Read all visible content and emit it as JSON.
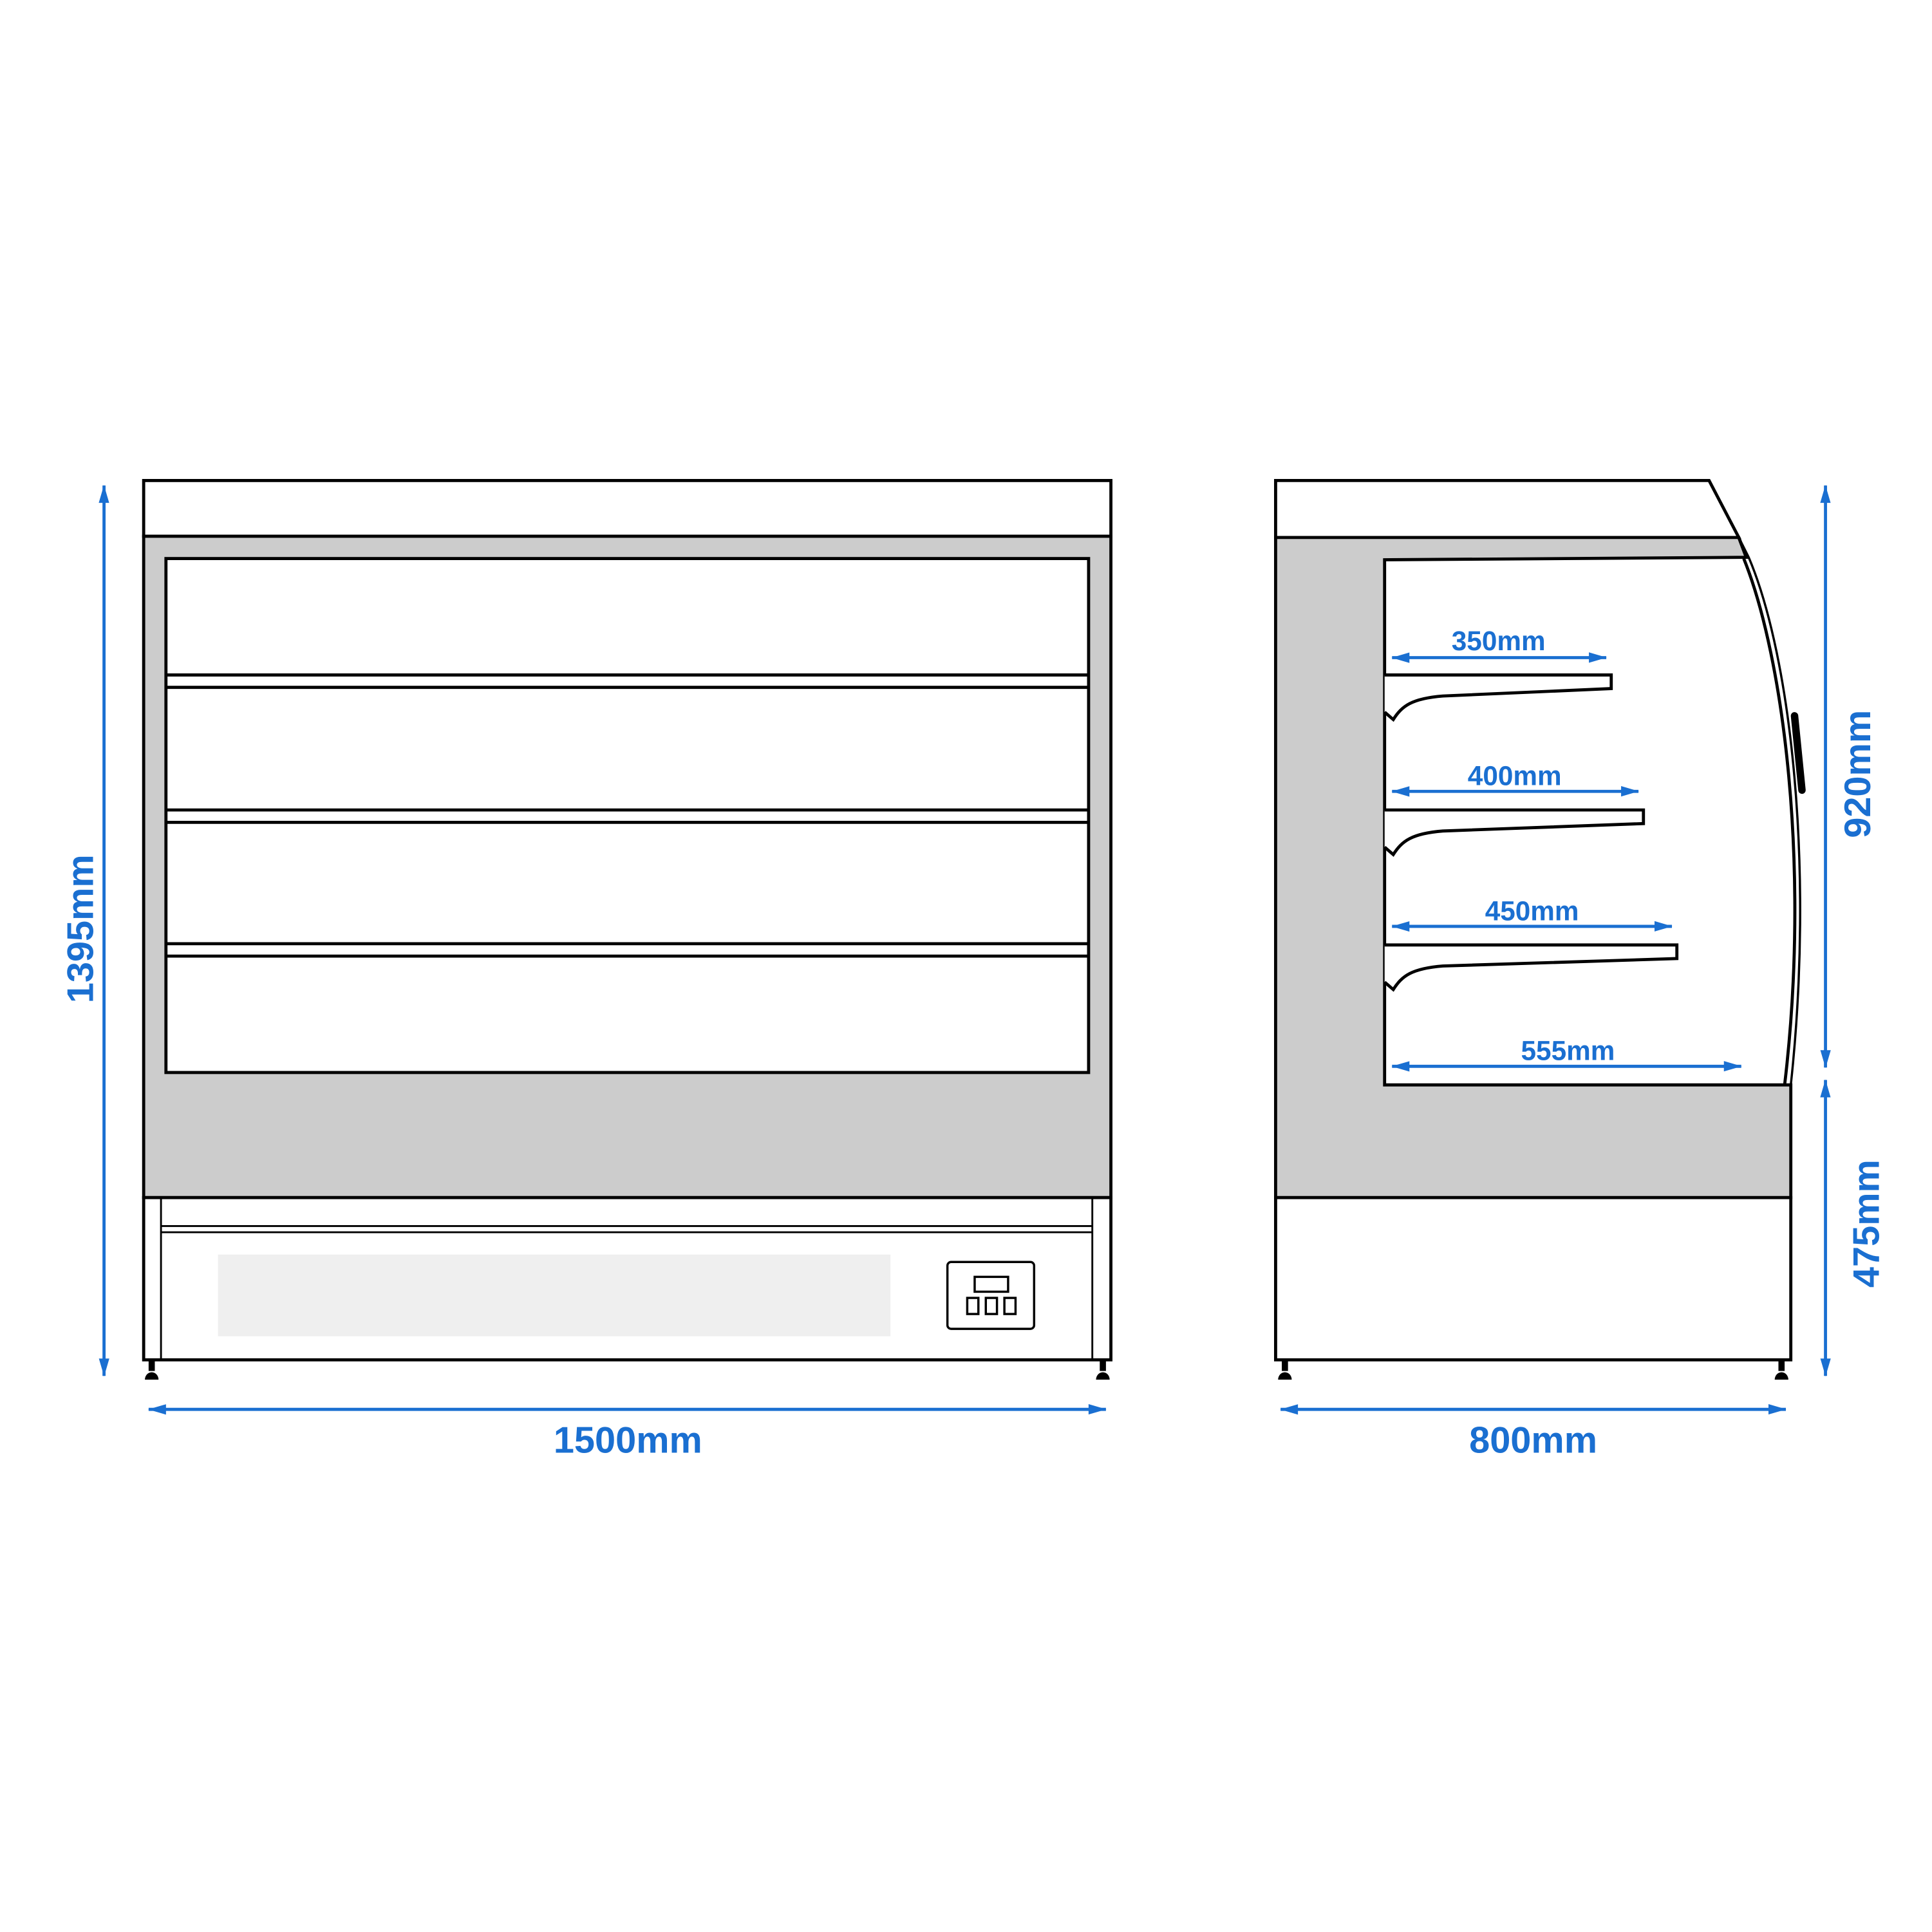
{
  "dimensions": {
    "front_height": "1395mm",
    "front_width": "1500mm",
    "side_depth": "800mm",
    "upper_height": "920mm",
    "lower_height": "475mm",
    "shelf_1_depth": "350mm",
    "shelf_2_depth": "400mm",
    "shelf_3_depth": "450mm",
    "base_depth": "555mm"
  },
  "colors": {
    "dimension": "#1a6fd1",
    "panel": "#cccccc",
    "label_strip": "#efefef"
  }
}
